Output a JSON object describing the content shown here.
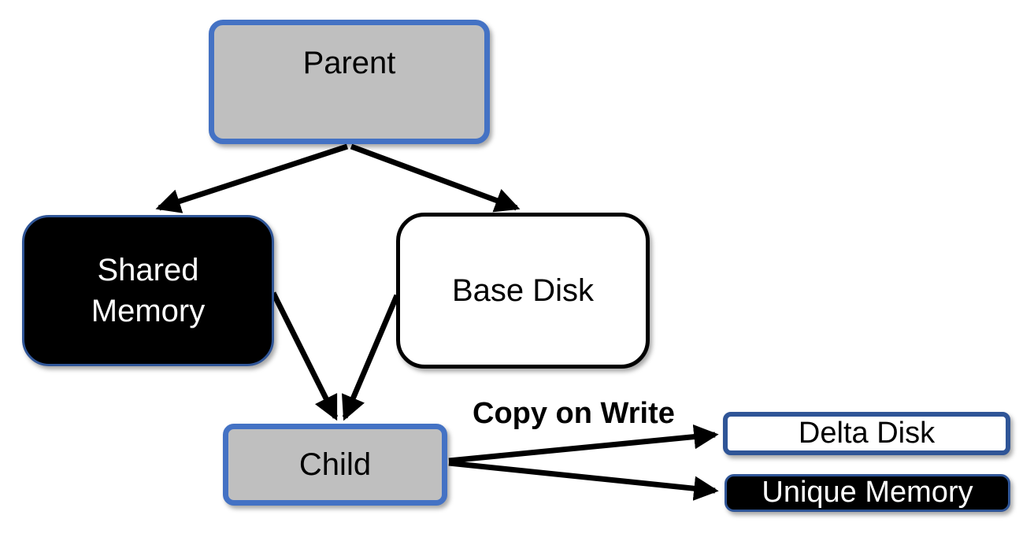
{
  "diagram": {
    "nodes": {
      "parent": {
        "label": "Parent",
        "fill": "#BFBFBF",
        "border": "#4472C4"
      },
      "shared_memory": {
        "label": "Shared Memory",
        "fill": "#000000",
        "border": "#2F5597",
        "text_color": "#FFFFFF"
      },
      "base_disk": {
        "label": "Base Disk",
        "fill": "#FFFFFF",
        "border": "#000000"
      },
      "child": {
        "label": "Child",
        "fill": "#BFBFBF",
        "border": "#4472C4"
      },
      "delta_disk": {
        "label": "Delta Disk",
        "fill": "#FFFFFF",
        "border": "#2F5597"
      },
      "unique_memory": {
        "label": "Unique Memory",
        "fill": "#000000",
        "border": "#2F5597",
        "text_color": "#FFFFFF"
      }
    },
    "edge_label": {
      "copy_on_write": "Copy on Write"
    },
    "edges": [
      {
        "from": "parent",
        "to": "shared_memory"
      },
      {
        "from": "parent",
        "to": "base_disk"
      },
      {
        "from": "shared_memory",
        "to": "child"
      },
      {
        "from": "base_disk",
        "to": "child"
      },
      {
        "from": "child",
        "to": "delta_disk",
        "label": "Copy on Write"
      },
      {
        "from": "child",
        "to": "unique_memory",
        "label": "Copy on Write"
      }
    ],
    "colors": {
      "accent_blue": "#4472C4",
      "navy_border": "#2F5597",
      "gray_fill": "#BFBFBF",
      "black": "#000000",
      "white": "#FFFFFF",
      "arrow": "#000000"
    }
  }
}
